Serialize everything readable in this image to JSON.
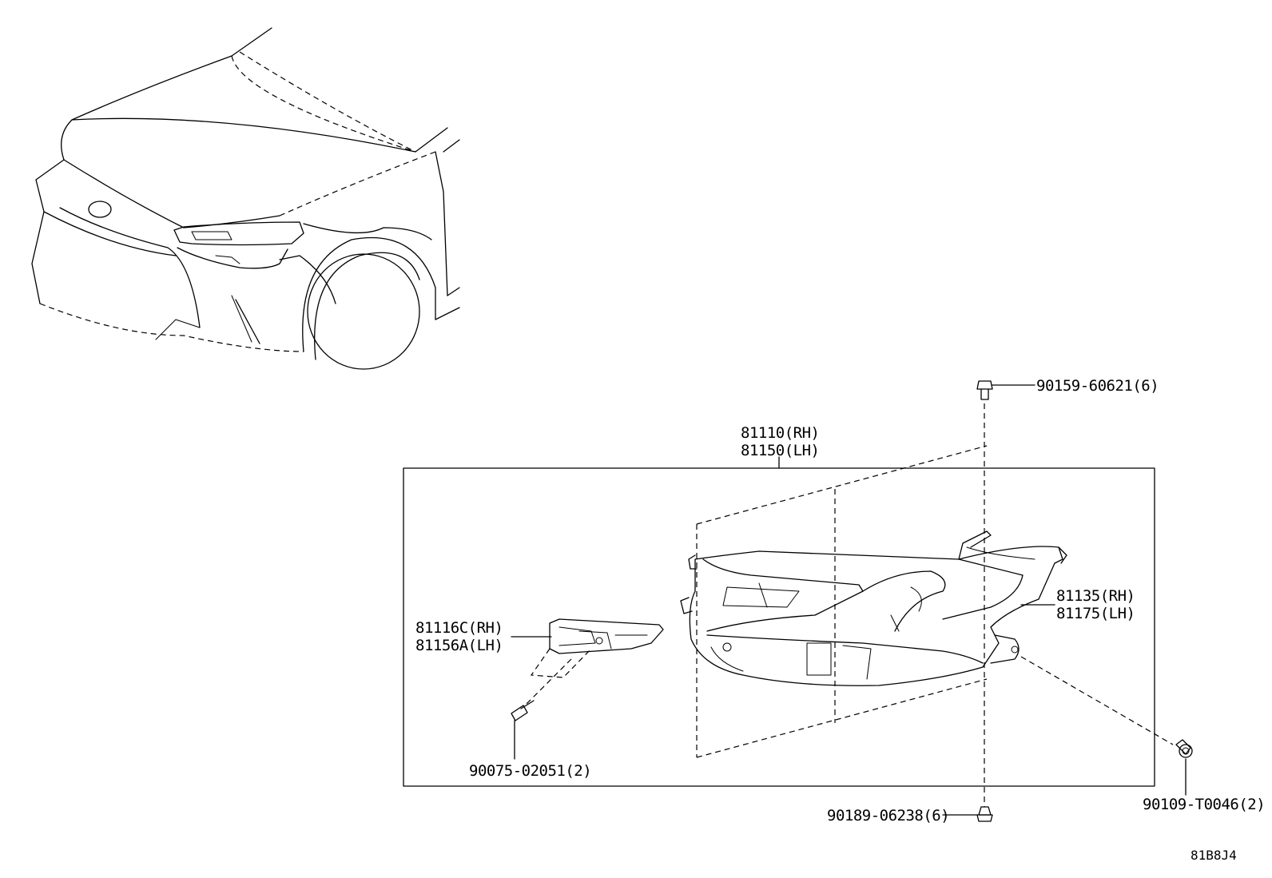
{
  "labels": {
    "headlamp_assy_rh": "81110(RH)",
    "headlamp_assy_lh": "81150(LH)",
    "bracket_rh": "81116C(RH)",
    "bracket_lh": "81156A(LH)",
    "unit_rh": "81135(RH)",
    "unit_lh": "81175(LH)",
    "bolt_top": "90159-60621(6)",
    "screw_bracket": "90075-02051(2)",
    "bolt_bottom": "90189-06238(6)",
    "nut_right": "90109-T0046(2)"
  },
  "diagram_code": "81B8J4"
}
